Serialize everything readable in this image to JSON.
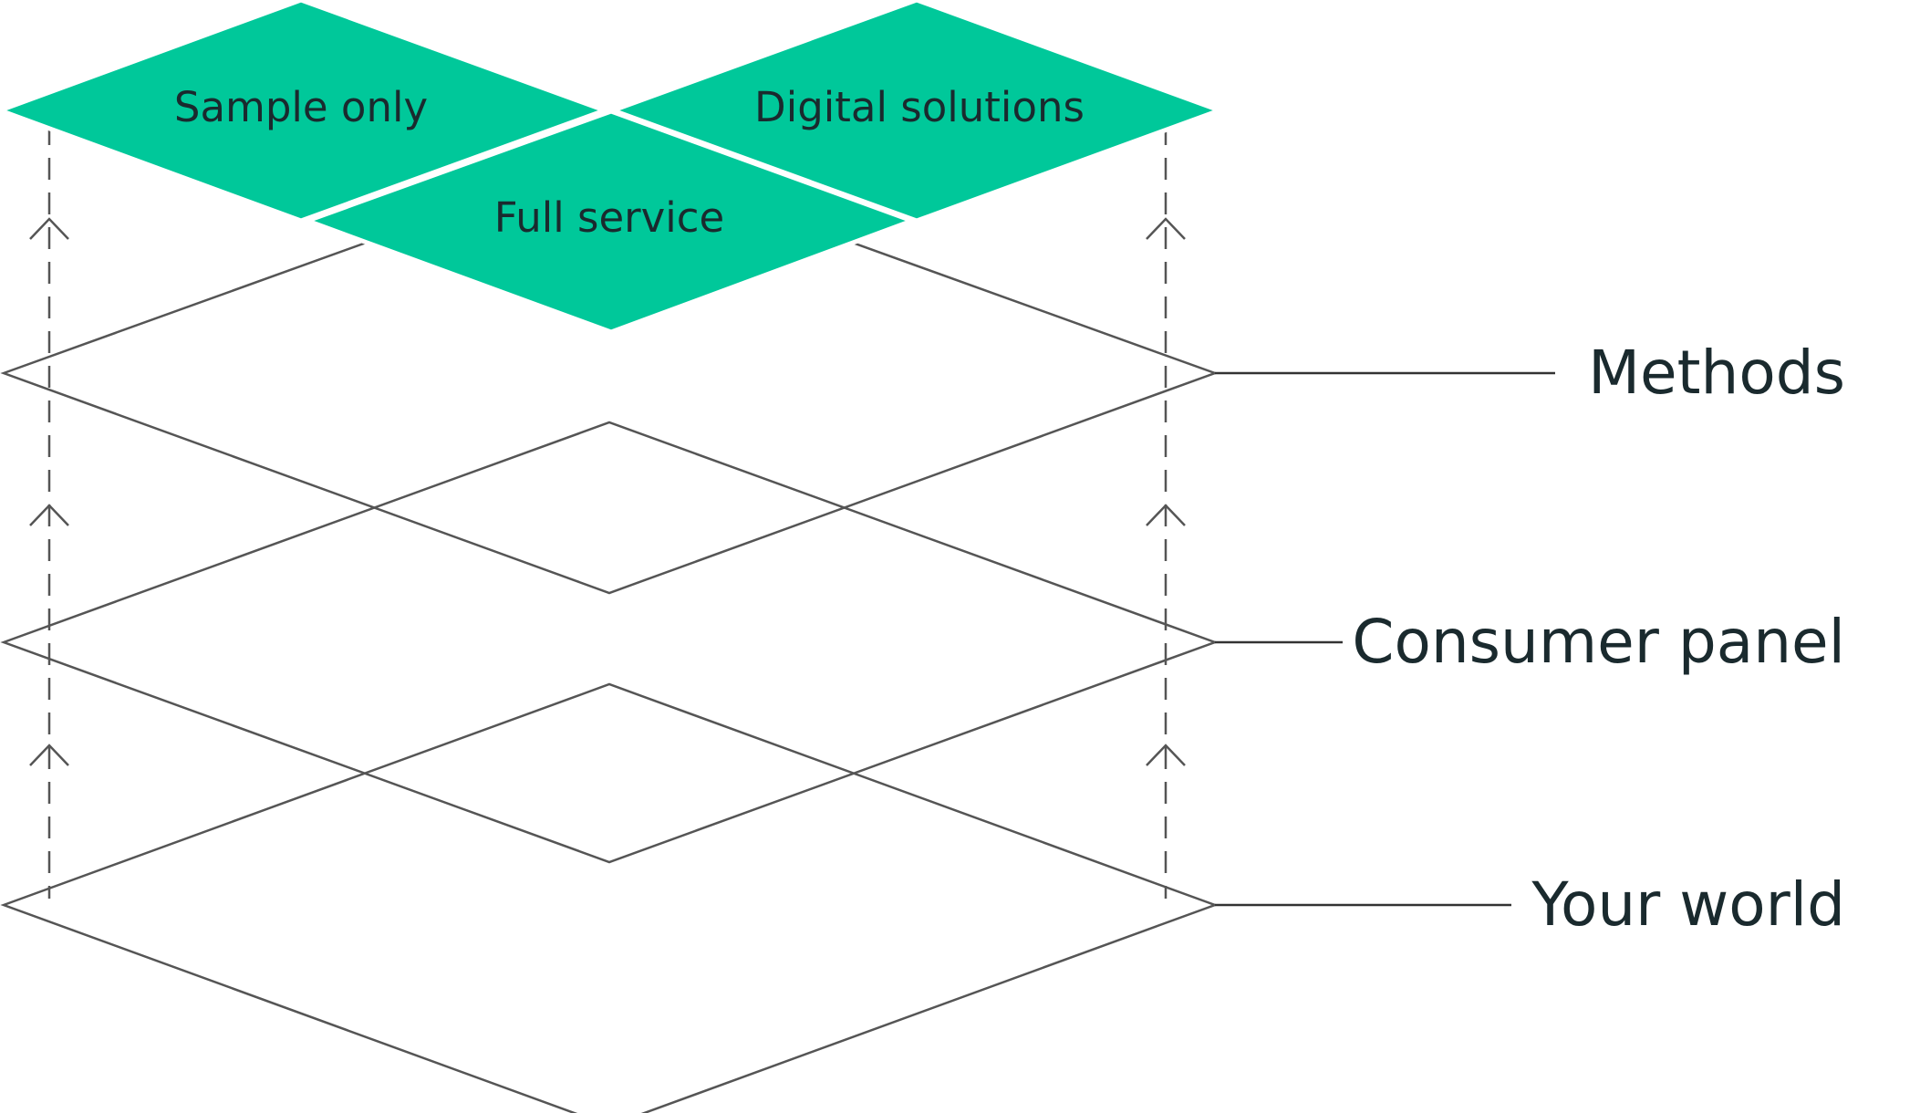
{
  "colors": {
    "tile_fill": "#00C89A",
    "outline": "#555555",
    "text": "#1a2a2e",
    "background": "#ffffff"
  },
  "tiles": [
    {
      "id": "sample-only",
      "label": "Sample only"
    },
    {
      "id": "digital-solutions",
      "label": "Digital solutions"
    },
    {
      "id": "full-service",
      "label": "Full service"
    }
  ],
  "layers": [
    {
      "id": "methods",
      "label": "Methods"
    },
    {
      "id": "consumer-panel",
      "label": "Consumer panel"
    },
    {
      "id": "your-world",
      "label": "Your world"
    }
  ],
  "icons": {
    "arrow": "chevron-up-icon"
  }
}
